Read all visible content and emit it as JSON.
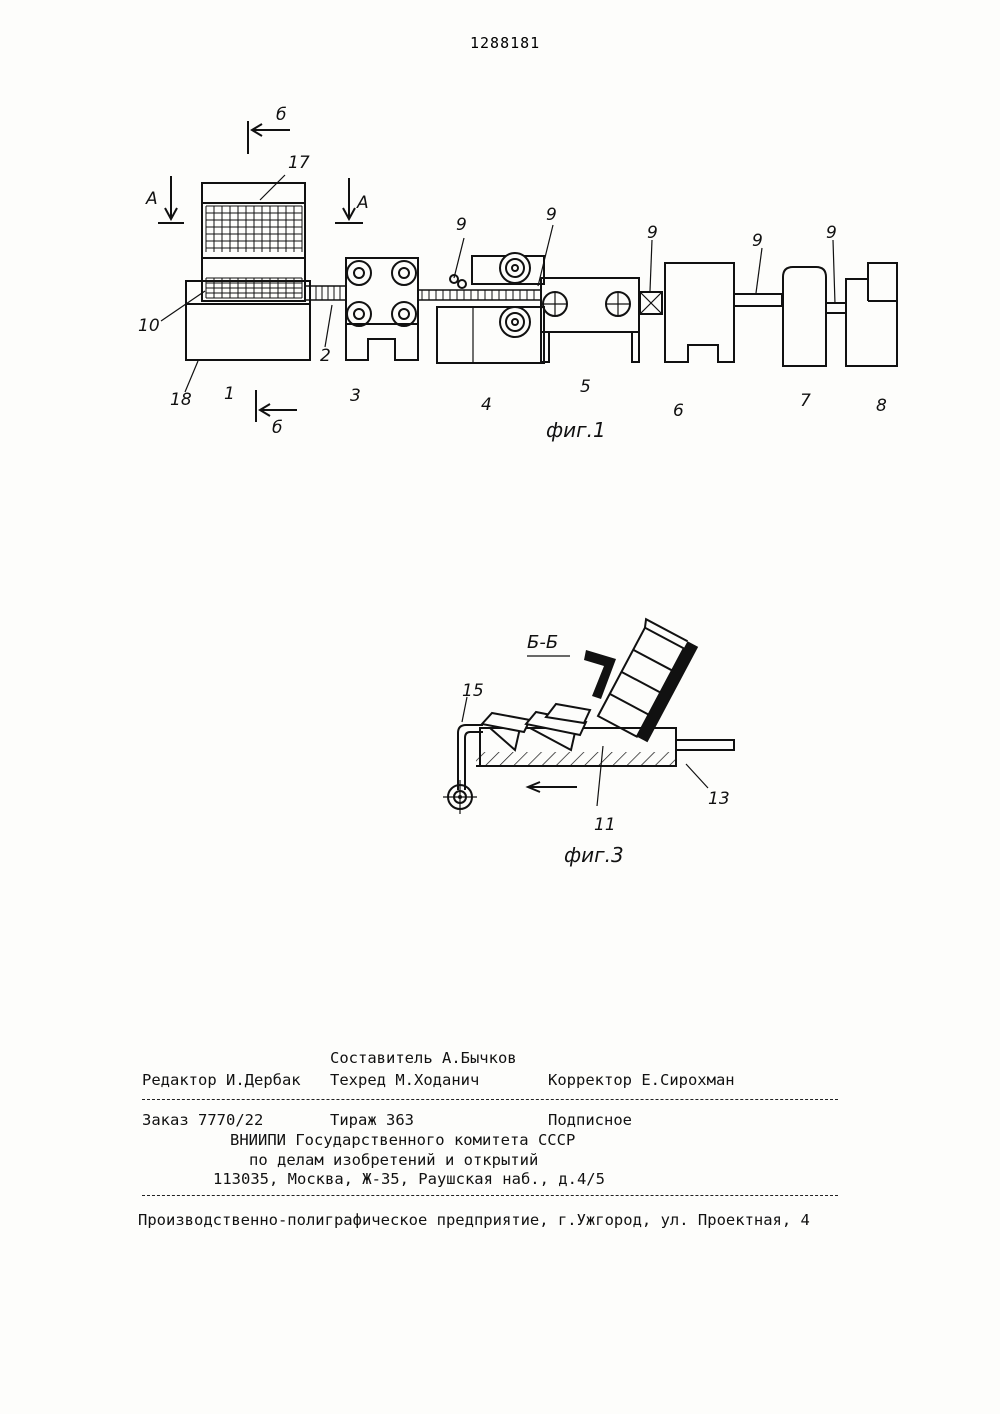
{
  "header": {
    "patent_number": "1288181"
  },
  "figure1": {
    "caption": "фиг.1",
    "section_a": "А",
    "section_b": "б",
    "labels": [
      "17",
      "9",
      "9",
      "9",
      "9",
      "9",
      "10",
      "2",
      "18",
      "1",
      "3",
      "4",
      "5",
      "6",
      "7",
      "8"
    ]
  },
  "figure3": {
    "section_title": "Б-Б",
    "caption": "фиг.3",
    "labels": [
      "15",
      "11",
      "13"
    ]
  },
  "colophon": {
    "composer": "Составитель А.Бычков",
    "editor": "Редактор И.Дербак",
    "techred": "Техред М.Ходанич",
    "corrector": "Корректор Е.Сирохман",
    "order": "Заказ 7770/22",
    "print_run": "Тираж 363",
    "subscription": "Подписное",
    "org_line1": "ВНИИПИ Государственного комитета СССР",
    "org_line2": "по делам изобретений и открытий",
    "address": "113035, Москва, Ж-35, Раушская наб., д.4/5",
    "printer": "Производственно-полиграфическое предприятие, г.Ужгород, ул. Проектная, 4"
  }
}
